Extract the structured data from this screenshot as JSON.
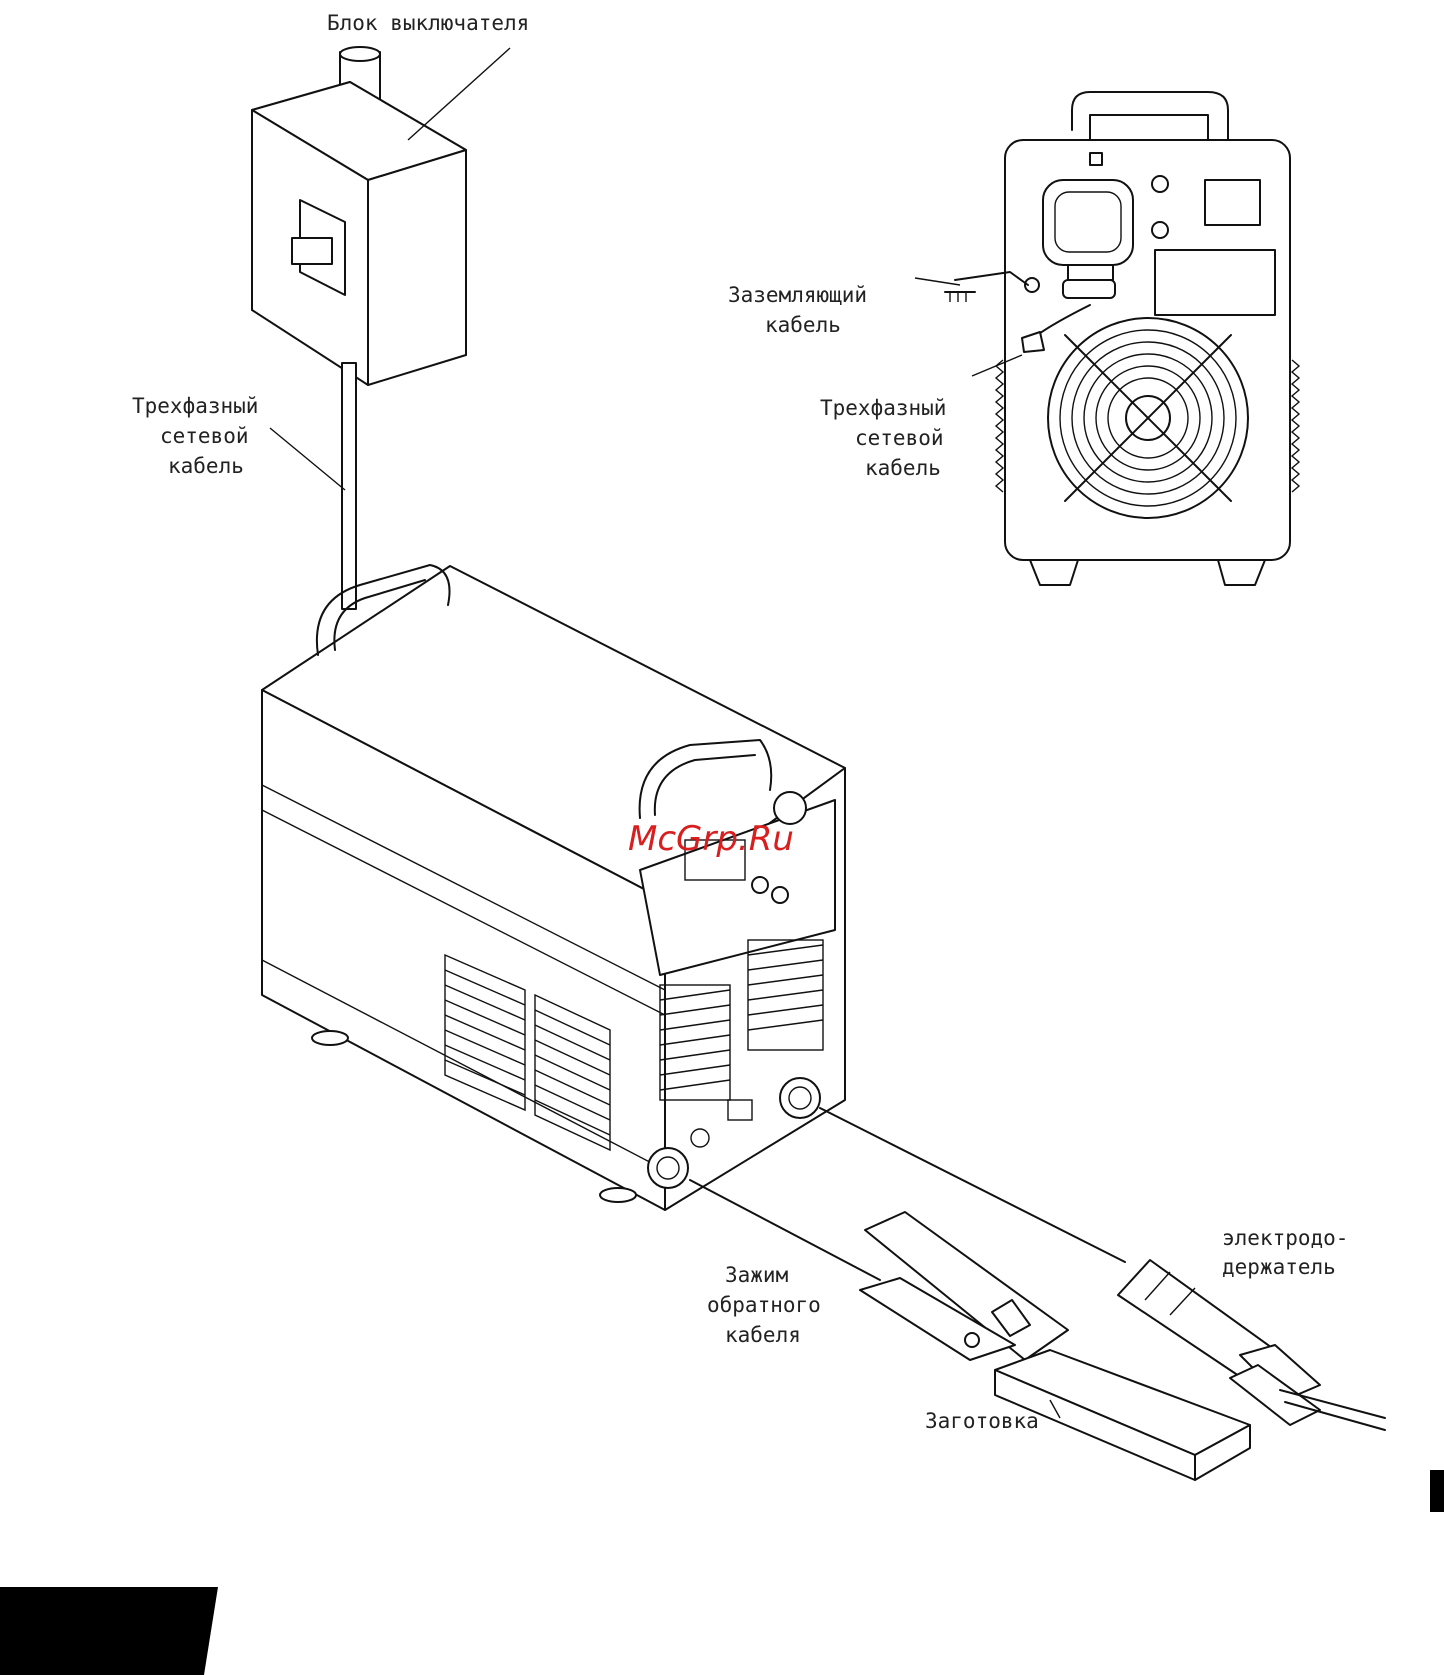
{
  "labels": {
    "switch_box": "Блок выключателя",
    "ground_cable_1": "Заземляющий",
    "ground_cable_2": "кабель",
    "three_phase_left_1": "Трехфазный",
    "three_phase_left_2": "сетевой",
    "three_phase_left_3": "кабель",
    "three_phase_right_1": "Трехфазный",
    "three_phase_right_2": "сетевой",
    "three_phase_right_3": "кабель",
    "return_clamp_1": "Зажим",
    "return_clamp_2": "обратного",
    "return_clamp_3": "кабеля",
    "electrode_holder_1": "электродо-",
    "electrode_holder_2": "держатель",
    "workpiece": "Заготовка"
  },
  "watermark": "McGrp.Ru",
  "colors": {
    "watermark": "#d81e1e",
    "line": "#111111",
    "corner_block": "#000000"
  }
}
